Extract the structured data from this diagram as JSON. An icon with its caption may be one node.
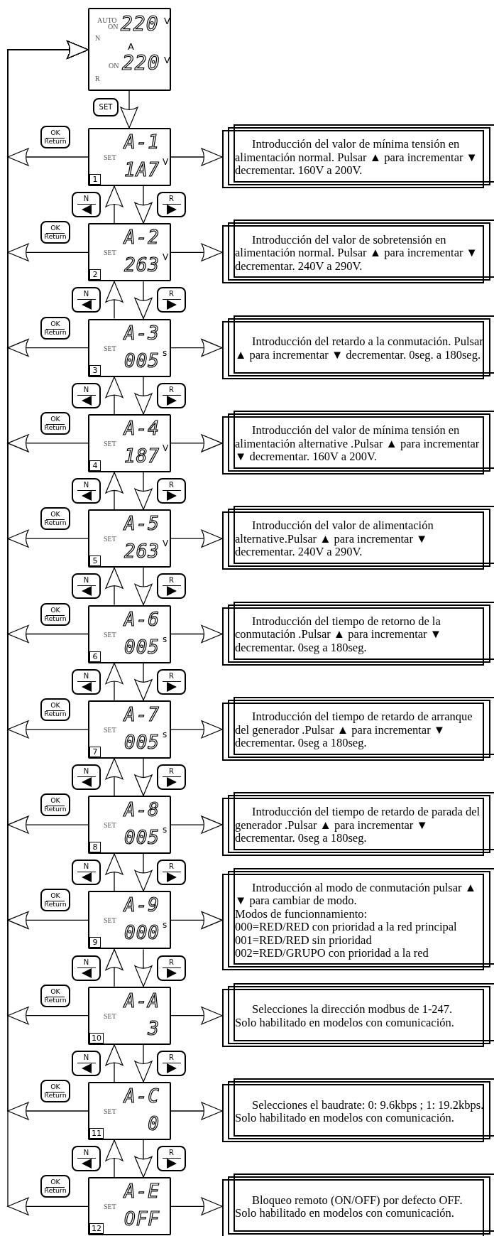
{
  "diagram": {
    "nodes": [
      {
        "text": [
          "AUTO",
          "ON",
          "220",
          "V",
          "N",
          "A",
          "ON",
          "220",
          "V",
          "R"
        ]
      },
      {
        "text": [
          "SET",
          "A-1",
          "1A7",
          "V",
          "1"
        ]
      },
      {
        "text": [
          "Introducción del valor de mínima tensión en alimentación normal. Pulsar ▲ para incrementar ▼ decrementar. 160V a 200V."
        ]
      },
      {
        "text": [
          "SET",
          "A-2",
          "263",
          "V",
          "2"
        ]
      },
      {
        "text": [
          "Introducción del valor de sobretensión en alimentación normal. Pulsar ▲ para incrementar ▼ decrementar. 240V a 290V."
        ]
      },
      {
        "text": [
          "SET",
          "A-3",
          "005",
          "s",
          "3"
        ]
      },
      {
        "text": [
          "Introducción del retardo a la conmutación. Pulsar ▲ para incrementar ▼ decrementar. 0seg. a 180seg."
        ]
      },
      {
        "text": [
          "SET",
          "A-4",
          "187",
          "V",
          "4"
        ]
      },
      {
        "text": [
          "Introducción del valor de mínima tensión en alimentación alternative .Pulsar ▲ para incrementar ▼ decrementar. 160V a 200V."
        ]
      },
      {
        "text": [
          "SET",
          "A-5",
          "263",
          "V",
          "5"
        ]
      },
      {
        "text": [
          "Introducción del valor de alimentación alternative.Pulsar ▲ para incrementar ▼ decrementar. 240V a 290V."
        ]
      },
      {
        "text": [
          "SET",
          "A-6",
          "005",
          "s",
          "6"
        ]
      },
      {
        "text": [
          "Introducción del tiempo de retorno de la conmutación .Pulsar ▲ para incrementar ▼ decrementar. 0seg a 180seg."
        ]
      },
      {
        "text": [
          "SET",
          "A-7",
          "005",
          "s",
          "7"
        ]
      },
      {
        "text": [
          "Introducción del tiempo de retardo de arranque del generador .Pulsar ▲ para incrementar ▼ decrementar. 0seg a 180seg."
        ]
      },
      {
        "text": [
          "SET",
          "A-8",
          "005",
          "s",
          "8"
        ]
      },
      {
        "text": [
          "Introducción del tiempo de retardo de parada del generador .Pulsar ▲ para incrementar ▼ decrementar. 0seg a 180seg."
        ]
      },
      {
        "text": [
          "SET",
          "A-9",
          "000",
          "s",
          "9"
        ]
      },
      {
        "text": [
          "Introducción al modo de conmutación pulsar ▲ ▼ para cambiar de modo.",
          "Modos de funcionnamiento:",
          "000=RED/RED con prioridad a la red principal",
          "001=RED/RED sin prioridad",
          "002=RED/GRUPO con prioridad a la red"
        ]
      },
      {
        "text": [
          "SET",
          "A-A",
          "3",
          "10"
        ]
      },
      {
        "text": [
          "Selecciones la dirección modbus de 1-247.",
          "Solo habilitado en modelos con comunicación."
        ]
      },
      {
        "text": [
          "SET",
          "A-C",
          "0",
          "11"
        ]
      },
      {
        "text": [
          "Selecciones el baudrate: 0: 9.6kbps ; 1: 19.2kbps.",
          "Solo habilitado en modelos con comunicación."
        ]
      },
      {
        "text": [
          "SET",
          "A-E",
          "OFF",
          "12"
        ]
      },
      {
        "text": [
          "Bloqueo remoto (ON/OFF) por defecto OFF.",
          "Solo habilitado en modelos con comunicación."
        ]
      }
    ],
    "edges": [
      {
        "from": 0,
        "to": 1,
        "arrow": "to",
        "label": "SET"
      },
      {
        "from": 1,
        "to": 2,
        "arrow": "to"
      },
      {
        "from": 1,
        "to": 0,
        "arrow": "to",
        "label": "OK Return"
      },
      {
        "from": 1,
        "to": 3,
        "arrow": "to",
        "label": "R"
      },
      {
        "from": 3,
        "to": 1,
        "arrow": "to",
        "label": "N"
      },
      {
        "from": 3,
        "to": 4,
        "arrow": "to"
      },
      {
        "from": 3,
        "to": 0,
        "arrow": "to",
        "label": "OK Return"
      },
      {
        "from": 3,
        "to": 5,
        "arrow": "to",
        "label": "R"
      },
      {
        "from": 5,
        "to": 3,
        "arrow": "to",
        "label": "N"
      },
      {
        "from": 5,
        "to": 6,
        "arrow": "to"
      },
      {
        "from": 5,
        "to": 0,
        "arrow": "to",
        "label": "OK Return"
      },
      {
        "from": 5,
        "to": 7,
        "arrow": "to",
        "label": "R"
      },
      {
        "from": 7,
        "to": 5,
        "arrow": "to",
        "label": "N"
      },
      {
        "from": 7,
        "to": 8,
        "arrow": "to"
      },
      {
        "from": 7,
        "to": 0,
        "arrow": "to",
        "label": "OK Return"
      },
      {
        "from": 7,
        "to": 9,
        "arrow": "to",
        "label": "R"
      },
      {
        "from": 9,
        "to": 7,
        "arrow": "to",
        "label": "N"
      },
      {
        "from": 9,
        "to": 10,
        "arrow": "to"
      },
      {
        "from": 9,
        "to": 0,
        "arrow": "to",
        "label": "OK Return"
      },
      {
        "from": 9,
        "to": 11,
        "arrow": "to",
        "label": "R"
      },
      {
        "from": 11,
        "to": 9,
        "arrow": "to",
        "label": "N"
      },
      {
        "from": 11,
        "to": 12,
        "arrow": "to"
      },
      {
        "from": 11,
        "to": 0,
        "arrow": "to",
        "label": "OK Return"
      },
      {
        "from": 11,
        "to": 13,
        "arrow": "to",
        "label": "R"
      },
      {
        "from": 13,
        "to": 11,
        "arrow": "to",
        "label": "N"
      },
      {
        "from": 13,
        "to": 14,
        "arrow": "to"
      },
      {
        "from": 13,
        "to": 0,
        "arrow": "to",
        "label": "OK Return"
      },
      {
        "from": 13,
        "to": 15,
        "arrow": "to",
        "label": "R"
      },
      {
        "from": 15,
        "to": 13,
        "arrow": "to",
        "label": "N"
      },
      {
        "from": 15,
        "to": 16,
        "arrow": "to"
      },
      {
        "from": 15,
        "to": 0,
        "arrow": "to",
        "label": "OK Return"
      },
      {
        "from": 15,
        "to": 17,
        "arrow": "to",
        "label": "R"
      },
      {
        "from": 17,
        "to": 15,
        "arrow": "to",
        "label": "N"
      },
      {
        "from": 17,
        "to": 18,
        "arrow": "to"
      },
      {
        "from": 17,
        "to": 0,
        "arrow": "to",
        "label": "OK Return"
      },
      {
        "from": 17,
        "to": 19,
        "arrow": "to",
        "label": "R"
      },
      {
        "from": 19,
        "to": 17,
        "arrow": "to",
        "label": "N"
      },
      {
        "from": 19,
        "to": 20,
        "arrow": "to"
      },
      {
        "from": 19,
        "to": 0,
        "arrow": "to",
        "label": "OK Return"
      },
      {
        "from": 19,
        "to": 21,
        "arrow": "to",
        "label": "R"
      },
      {
        "from": 21,
        "to": 19,
        "arrow": "to",
        "label": "N"
      },
      {
        "from": 21,
        "to": 22,
        "arrow": "to"
      },
      {
        "from": 21,
        "to": 0,
        "arrow": "to",
        "label": "OK Return"
      },
      {
        "from": 21,
        "to": 23,
        "arrow": "to",
        "label": "R"
      },
      {
        "from": 23,
        "to": 21,
        "arrow": "to",
        "label": "N"
      },
      {
        "from": 23,
        "to": 24,
        "arrow": "to"
      },
      {
        "from": 23,
        "to": 0,
        "arrow": "to",
        "label": "OK Return"
      }
    ]
  }
}
